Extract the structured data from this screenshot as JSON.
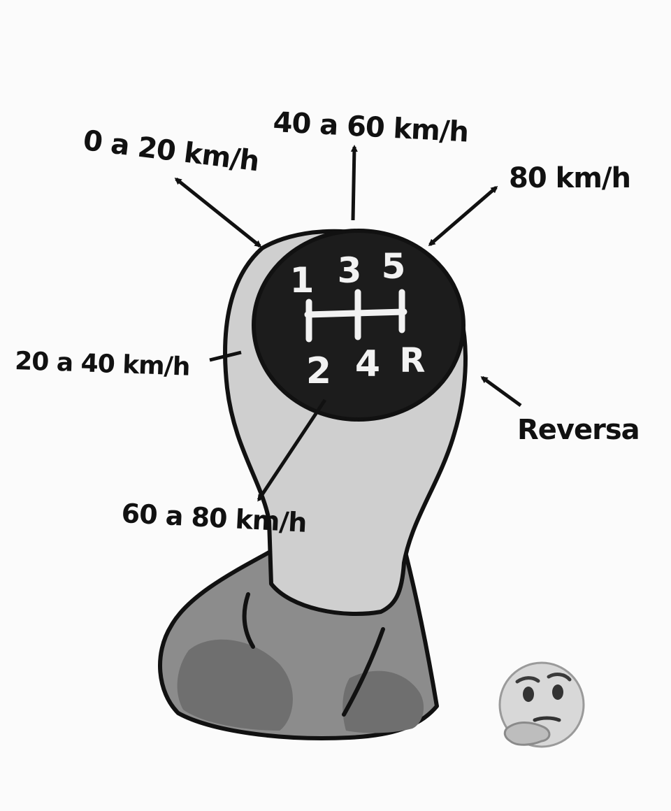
{
  "labels": {
    "first": "0 a 20 km/h",
    "second": "20 a 40 km/h",
    "third": "40 a 60 km/h",
    "fourth": "60 a 80 km/h",
    "fifth": "80 km/h",
    "reverse": "Reversa"
  },
  "knob": {
    "top_row": [
      "1",
      "3",
      "5"
    ],
    "bottom_row": [
      "2",
      "4",
      "R"
    ]
  },
  "icons": {
    "emoji": "thinking-face-icon"
  },
  "colors": {
    "background": "#fbfbfb",
    "outline": "#111111",
    "knob_top": "#1c1c1c",
    "knob_body": "#cfcfcf",
    "boot": "#8c8c8c",
    "boot_shadow": "#6f6f6f",
    "gear_digits": "#f2f2f2"
  }
}
